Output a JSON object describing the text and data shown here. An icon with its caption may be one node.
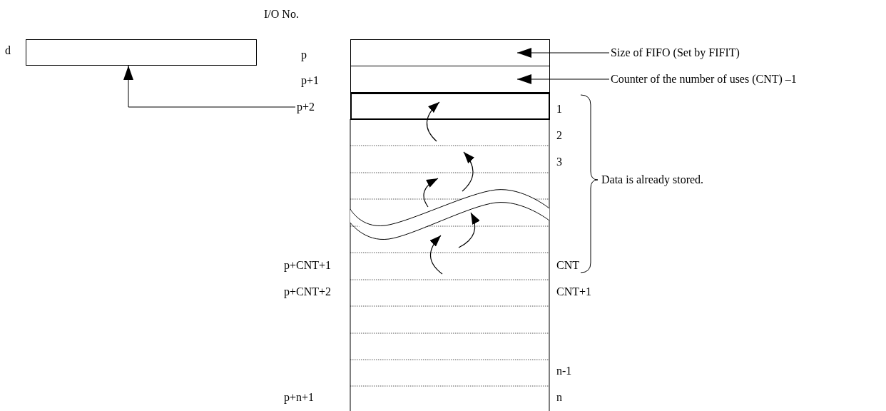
{
  "diagram": {
    "nodes": [
      {
        "text": [
          "d"
        ]
      },
      {
        "text": [
          "p+2"
        ]
      },
      {
        "text": [
          "Size of FIFO (Set by FIFIT)"
        ]
      },
      {
        "text": [
          "Counter of the number of uses (CNT) –1"
        ]
      },
      {
        "text": [],
        "shape": "box"
      },
      {
        "text": [],
        "shape": "box"
      },
      {
        "text": [],
        "shape": "box"
      }
    ],
    "edges": [
      {
        "from": 1,
        "to": 0,
        "arrow": "to"
      },
      {
        "from": 2,
        "to": 4,
        "arrow": "to"
      },
      {
        "from": 3,
        "to": 5,
        "arrow": "to"
      }
    ],
    "labels": [
      "I/O No.",
      "p",
      "p+1",
      "1",
      "2",
      "3",
      "Data is already stored.",
      "p+CNT+1",
      "CNT",
      "p+CNT+2",
      "CNT+1",
      "n-1",
      "p+n+1",
      "n"
    ]
  }
}
